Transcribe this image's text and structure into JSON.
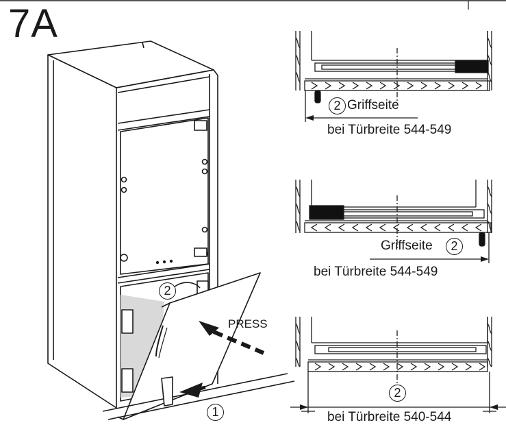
{
  "figure_label": "7A",
  "press_label": "PRESS",
  "markers": {
    "one": "1",
    "two": "2"
  },
  "panel_top": {
    "handle_side": "Griffseite",
    "width_note": "bei Türbreite 544-549"
  },
  "panel_middle": {
    "handle_side": "Griffseite",
    "width_note": "bei Türbreite 544-549"
  },
  "panel_bottom": {
    "width_note": "bei Türbreite 540-544"
  },
  "colors": {
    "line": "#1a1a1a",
    "shade": "#d9d9d9",
    "fill_dark": "#111111"
  }
}
